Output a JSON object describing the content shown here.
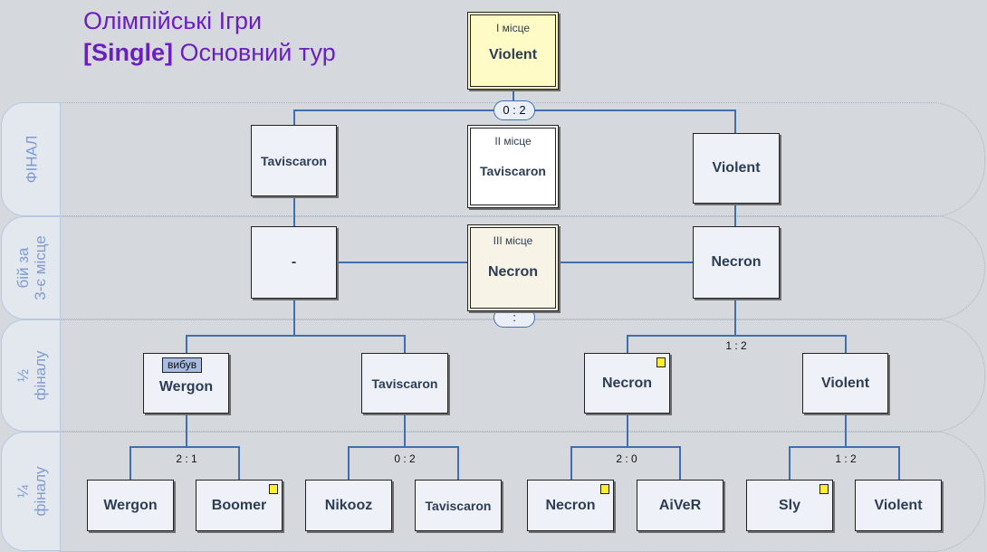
{
  "title": {
    "line1": "Олімпійські Ігри",
    "line2_bold": "[Single]",
    "line2_rest": " Основний тур"
  },
  "rounds": {
    "final": "ФІНАЛ",
    "third_line1": "бій за",
    "third_line2": "3-є місце",
    "semi_frac": "½",
    "semi_word": "фіналу",
    "quarter_frac": "¼",
    "quarter_word": "фіналу"
  },
  "podium": {
    "first_label": "I місце",
    "first_name": "Violent",
    "second_label": "II місце",
    "second_name": "Taviscaron",
    "third_label": "III місце",
    "third_name": "Necron"
  },
  "final": {
    "left": "Taviscaron",
    "right": "Violent",
    "score": "0 : 2"
  },
  "third_match": {
    "left": "-",
    "right": "Necron",
    "score": ":"
  },
  "semis": {
    "s1": "Wergon",
    "s1_tag": "вибув",
    "s2": "Taviscaron",
    "s3": "Necron",
    "s4": "Violent",
    "score_right": "1 : 2"
  },
  "quarters": {
    "q1": "Wergon",
    "q2": "Boomer",
    "q3": "Nikooz",
    "q4": "Taviscaron",
    "q5": "Necron",
    "q6": "AiVeR",
    "q7": "Sly",
    "q8": "Violent",
    "score1": "2 : 1",
    "score2": "0 : 2",
    "score3": "2 : 0",
    "score4": "1 : 2"
  },
  "colors": {
    "title": "#6b1fc0",
    "connector": "#3f6fb0",
    "first_place_bg": "#fffbc6",
    "third_place_bg": "#f7f3e6",
    "card_flag": "#ffee33"
  }
}
